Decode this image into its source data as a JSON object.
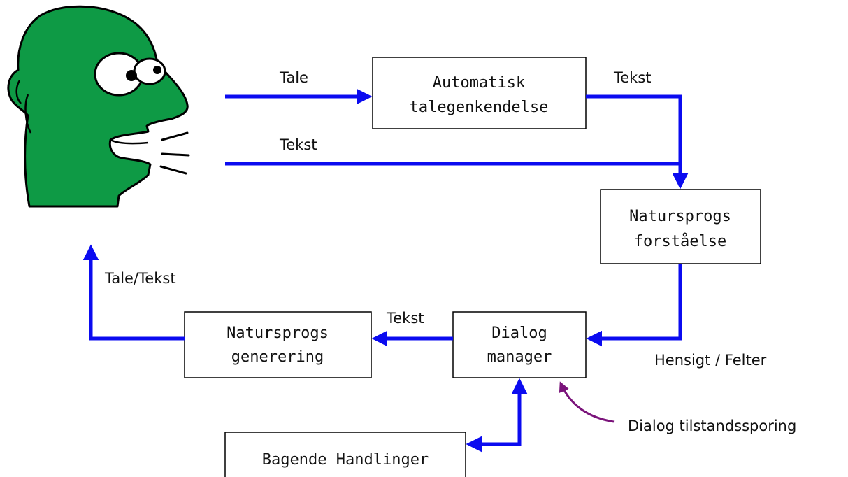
{
  "boxes": {
    "asr": [
      "Automatisk",
      "talegenkendelse"
    ],
    "nlu": [
      "Natursprogs",
      "forståelse"
    ],
    "dm": [
      "Dialog",
      "manager"
    ],
    "nlg": [
      "Natursprogs",
      "generering"
    ],
    "backend": [
      "Bagende Handlinger"
    ]
  },
  "labels": {
    "tale": "Tale",
    "tekst_asr_out": "Tekst",
    "tekst_direct": "Tekst",
    "hensigt": "Hensigt / Felter",
    "tekst_dm_out": "Tekst",
    "tale_tekst": "Tale/Tekst",
    "dst": "Dialog tilstandssporing"
  },
  "colors": {
    "flow": "#0b0bf0",
    "dst_arrow": "#7a137a",
    "face": "#0e9a45"
  },
  "icons": {
    "user": "cartoon-head-icon"
  }
}
